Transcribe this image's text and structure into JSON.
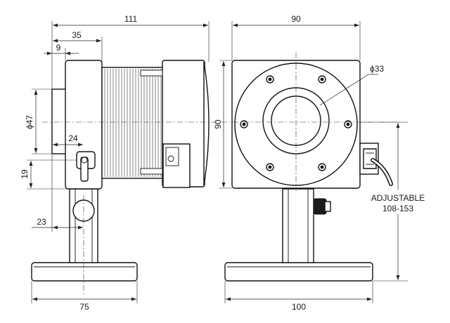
{
  "dimensions": {
    "overall_length": "111",
    "front_offset": "35",
    "face_step": "9",
    "lens_diameter": "ϕ47",
    "lever_offset": "24",
    "lever_height": "19",
    "post_offset": "23",
    "base_depth": "75",
    "housing_width": "90",
    "housing_height": "90",
    "aperture_diameter": "ϕ33",
    "base_width": "100"
  },
  "notes": {
    "adjustable_line1": "ADJUSTABLE",
    "adjustable_line2": "108-153"
  }
}
